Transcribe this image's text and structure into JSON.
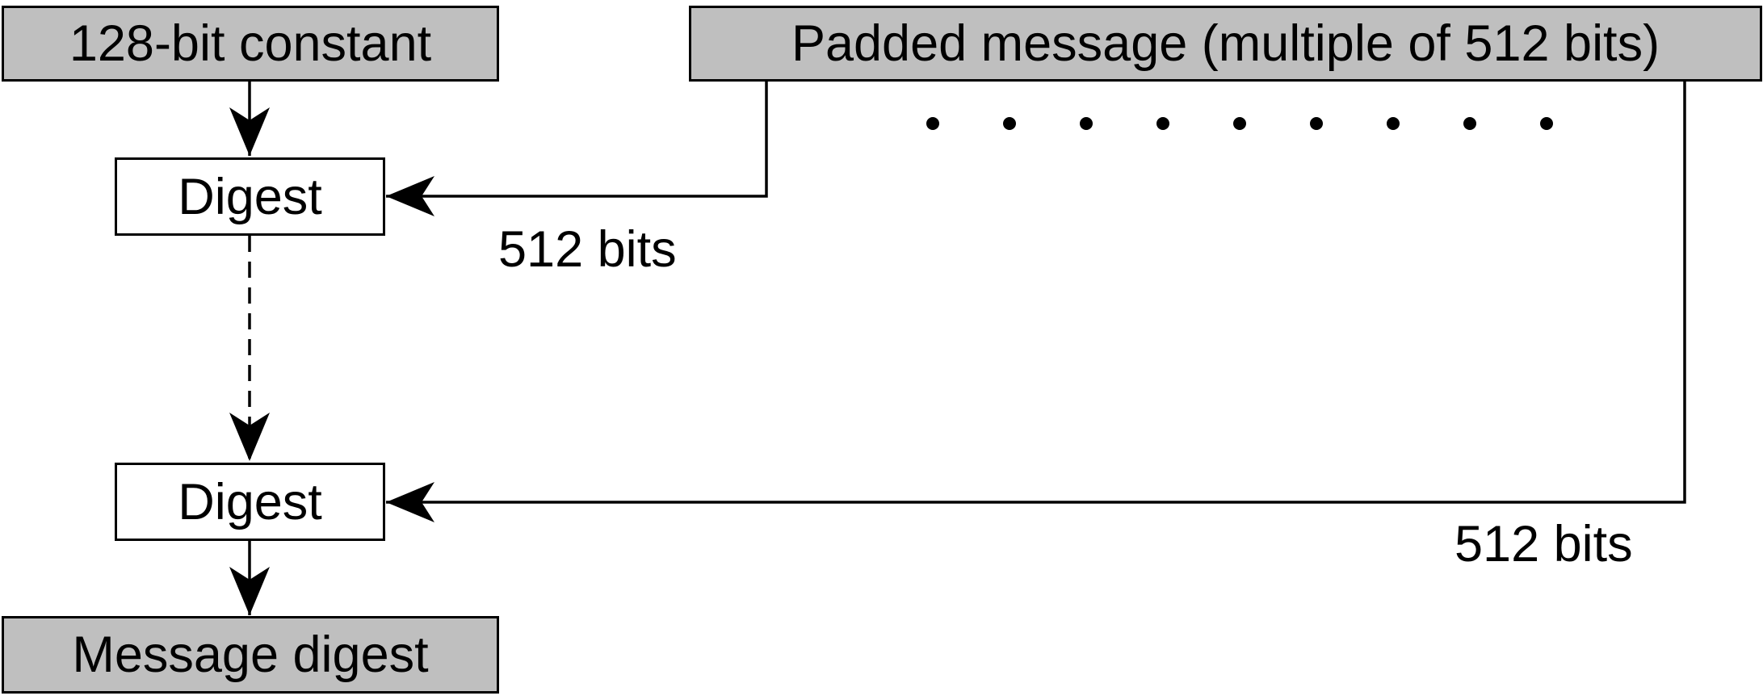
{
  "boxes": {
    "constant": "128-bit constant",
    "padded_message": "Padded message (multiple of 512 bits)",
    "digest_top": "Digest",
    "digest_bottom": "Digest",
    "message_digest": "Message digest"
  },
  "labels": {
    "block_first": "512 bits",
    "block_last": "512 bits"
  },
  "colors": {
    "input_output_fill": "#bfbfbf",
    "process_fill": "#ffffff",
    "stroke": "#000000"
  }
}
